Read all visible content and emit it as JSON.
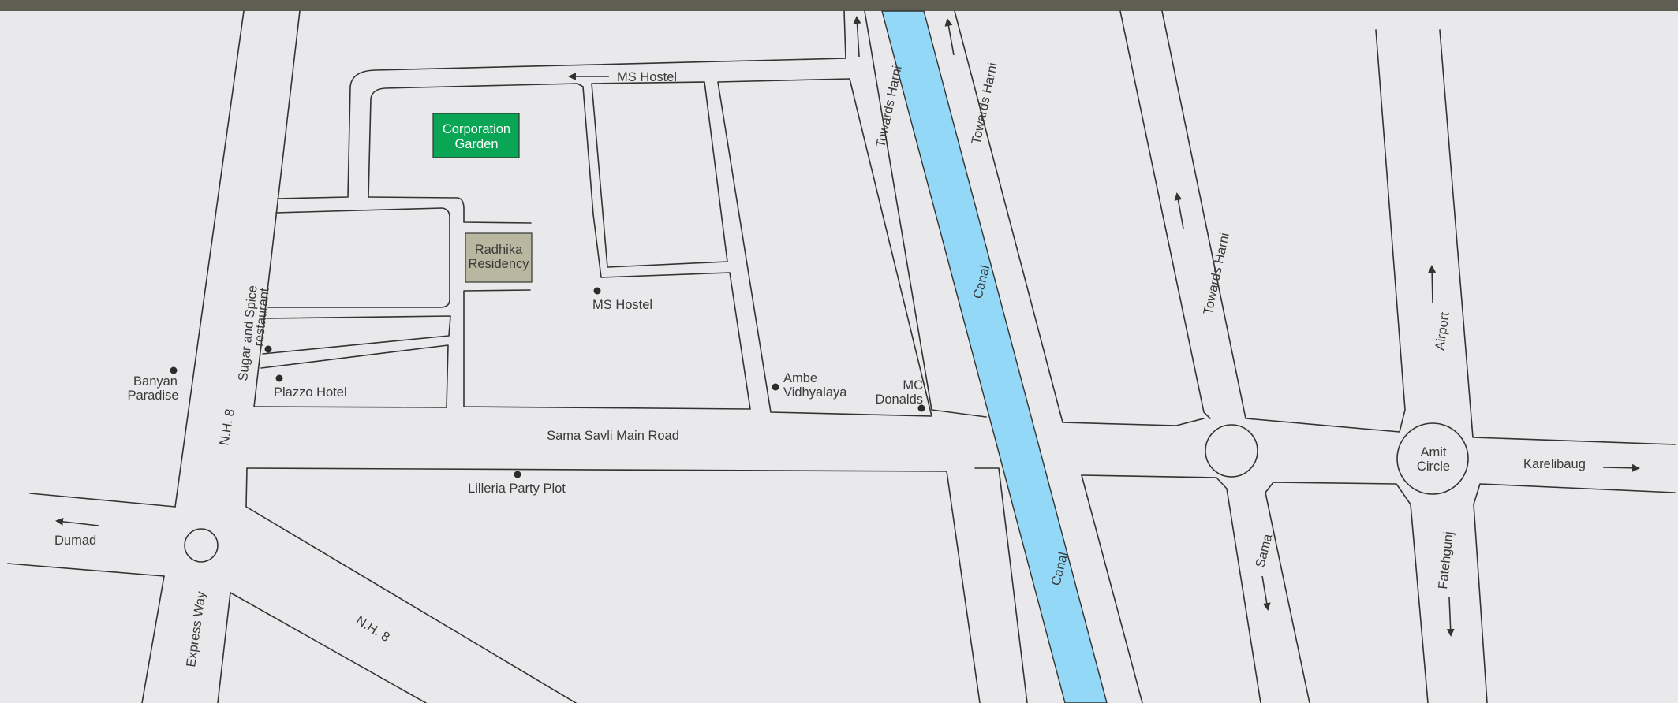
{
  "colors": {
    "background": "#e9e9eb",
    "top_bar": "#5f5e52",
    "canal": "#93d8f7",
    "corporation_garden": "#0aa555",
    "radhika_residency": "#b9b79f",
    "road_line": "#333333"
  },
  "labels": {
    "ms_hostel_arrow": "MS Hostel",
    "ms_hostel_poi": "MS Hostel",
    "corporation_garden": [
      "Corporation",
      "Garden"
    ],
    "radhika_residency": [
      "Radhika",
      "Residency"
    ],
    "towards_harni_1": "Towards Harni",
    "towards_harni_2": "Towards Harni",
    "towards_harni_3": "Towards Harni",
    "canal_1": "Canal",
    "canal_2": "Canal",
    "sugar_spice": [
      "Sugar and Spice",
      "restaurant"
    ],
    "banyan_paradise": [
      "Banyan",
      "Paradise"
    ],
    "plazzo_hotel": "Plazzo Hotel",
    "nh8_vertical": "N.H. 8",
    "nh8_diagonal": "N.H. 8",
    "sama_savli_road": "Sama Savli Main Road",
    "lilleria_party_plot": "Lilleria Party Plot",
    "ambe_vidhyalaya": [
      "Ambe",
      "Vidhyalaya"
    ],
    "mc_donalds": [
      "MC",
      "Donalds"
    ],
    "dumad": "Dumad",
    "express_way": "Express Way",
    "airport": "Airport",
    "amit_circle": [
      "Amit",
      "Circle"
    ],
    "karelibaug": "Karelibaug",
    "sama": "Sama",
    "fatehgunj": "Fatehgunj"
  }
}
